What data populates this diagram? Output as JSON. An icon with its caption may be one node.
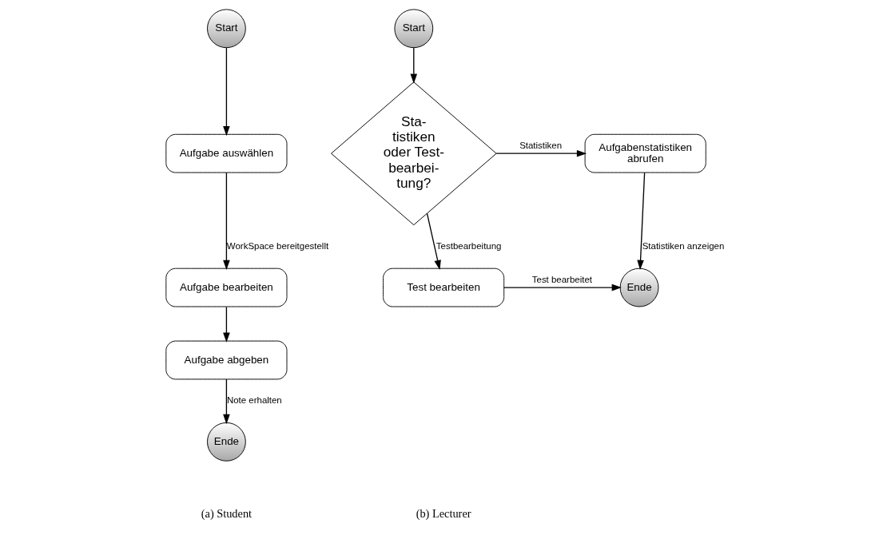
{
  "diagram": {
    "nodes": [
      {
        "text": [
          "Start"
        ]
      },
      {
        "text": [
          "Aufgabe auswählen"
        ]
      },
      {
        "text": [
          "Aufgabe bearbeiten"
        ]
      },
      {
        "text": [
          "Aufgabe abgeben"
        ]
      },
      {
        "text": [
          "Ende"
        ]
      },
      {
        "text": [
          "Start"
        ]
      },
      {
        "text": [
          "Sta- tistiken oder Test- bearbei- tung?"
        ]
      },
      {
        "text": [
          "Aufgabenstatistiken abrufen"
        ]
      },
      {
        "text": [
          "Test bearbeiten"
        ]
      },
      {
        "text": [
          "Ende"
        ]
      }
    ],
    "edges": [
      {
        "from": 0,
        "to": 1,
        "arrow": "to"
      },
      {
        "from": 1,
        "to": 2,
        "arrow": "to",
        "label": "WorkSpace bereitgestellt"
      },
      {
        "from": 2,
        "to": 3,
        "arrow": "to"
      },
      {
        "from": 3,
        "to": 4,
        "arrow": "to",
        "label": "Note erhalten"
      },
      {
        "from": 5,
        "to": 6,
        "arrow": "to"
      },
      {
        "from": 6,
        "to": 7,
        "arrow": "to",
        "label": "Statistiken"
      },
      {
        "from": 6,
        "to": 8,
        "arrow": "to",
        "label": "Testbearbeitung"
      },
      {
        "from": 7,
        "to": 9,
        "arrow": "to",
        "label": "Statistiken anzeigen"
      },
      {
        "from": 8,
        "to": 9,
        "arrow": "to",
        "label": "Test bearbeitet"
      }
    ],
    "labels": [
      "(a) Student",
      "(b) Lecturer"
    ]
  }
}
